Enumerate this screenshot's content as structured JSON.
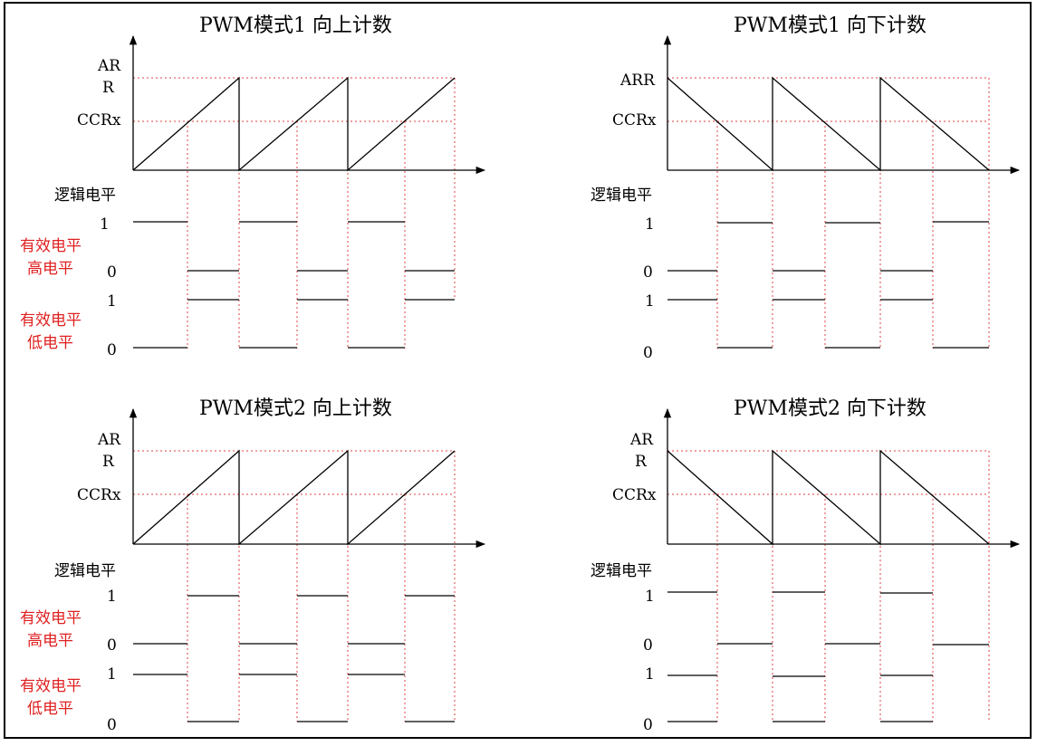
{
  "panels": [
    {
      "title": "PWM模式1 向上计数",
      "arr_label_line1": "AR",
      "arr_label_line2": "R",
      "ccr_label": "CCRx",
      "logic_label": "逻辑电平",
      "tick_1": "1",
      "tick_0": "0",
      "active_high_line1": "有效电平",
      "active_high_line2": "高电平",
      "active_low_line1": "有效电平",
      "active_low_line2": "低电平"
    },
    {
      "title": "PWM模式1 向下计数",
      "arr_label_line1": "ARR",
      "arr_label_line2": "",
      "ccr_label": "CCRx",
      "logic_label": "逻辑电平",
      "tick_1": "1",
      "tick_0": "0",
      "active_high_line1": "",
      "active_high_line2": "",
      "active_low_line1": "",
      "active_low_line2": ""
    },
    {
      "title": "PWM模式2 向上计数",
      "arr_label_line1": "AR",
      "arr_label_line2": "R",
      "ccr_label": "CCRx",
      "logic_label": "逻辑电平",
      "tick_1": "1",
      "tick_0": "0",
      "active_high_line1": "有效电平",
      "active_high_line2": "高电平",
      "active_low_line1": "有效电平",
      "active_low_line2": "低电平"
    },
    {
      "title": "PWM模式2 向下计数",
      "arr_label_line1": "AR",
      "arr_label_line2": "R",
      "ccr_label": "CCRx",
      "logic_label": "逻辑电平",
      "tick_1": "1",
      "tick_0": "0",
      "active_high_line1": "",
      "active_high_line2": "",
      "active_low_line1": "",
      "active_low_line2": ""
    }
  ],
  "colors": {
    "guide": "#e04040",
    "annotation": "#e02020",
    "line": "#000000"
  }
}
